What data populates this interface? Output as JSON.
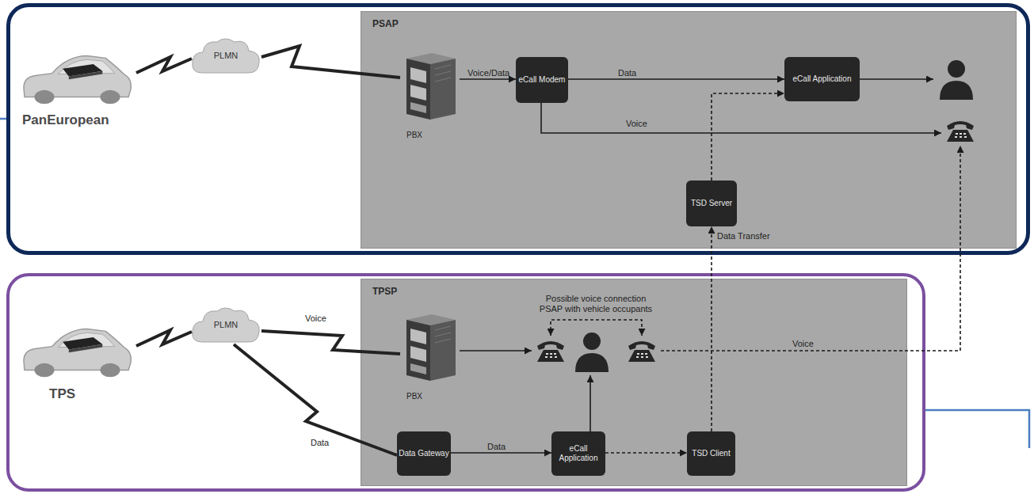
{
  "diagram": {
    "nodes": [
      {
        "text": [
          "PanEuropean"
        ]
      },
      {
        "text": [
          "PLMN"
        ],
        "in": 0
      },
      {
        "text": [
          "PSAP"
        ],
        "in": 0
      },
      {
        "text": [
          "PBX"
        ],
        "in": 2
      },
      {
        "text": [
          "eCall Modem"
        ],
        "in": 2
      },
      {
        "text": [
          "eCall Application"
        ],
        "in": 2
      },
      {
        "text": [
          "TSD Server"
        ],
        "in": 2
      },
      {
        "text": [
          "TPS"
        ]
      },
      {
        "text": [
          "PLMN"
        ],
        "in": 7
      },
      {
        "text": [
          "TPSP"
        ],
        "in": 7
      },
      {
        "text": [
          "PBX"
        ],
        "in": 9
      },
      {
        "text": [
          "Data Gateway"
        ],
        "in": 9
      },
      {
        "text": [
          "eCall Application"
        ],
        "in": 9
      },
      {
        "text": [
          "TSD Client"
        ],
        "in": 9
      }
    ],
    "edges": [
      {
        "from": 1,
        "to": 3,
        "arrow": "none"
      },
      {
        "from": 3,
        "to": 4,
        "label": "Voice/Data",
        "arrow": "to"
      },
      {
        "from": 4,
        "to": 5,
        "label": "Data",
        "arrow": "to"
      },
      {
        "from": 6,
        "to": 5,
        "arrow": "to"
      },
      {
        "from": 13,
        "to": 6,
        "label": "Data Transfer",
        "arrow": "to"
      },
      {
        "from": 8,
        "to": 10,
        "label": "Voice",
        "arrow": "none"
      },
      {
        "from": 8,
        "to": 11,
        "label": "Data",
        "arrow": "none"
      },
      {
        "from": 11,
        "to": 12,
        "label": "Data",
        "arrow": "to"
      },
      {
        "from": 12,
        "to": 13,
        "arrow": "to"
      }
    ],
    "labels": [
      "Voice",
      "Possible voice connection PSAP with vehicle occupants",
      "Voice"
    ]
  }
}
